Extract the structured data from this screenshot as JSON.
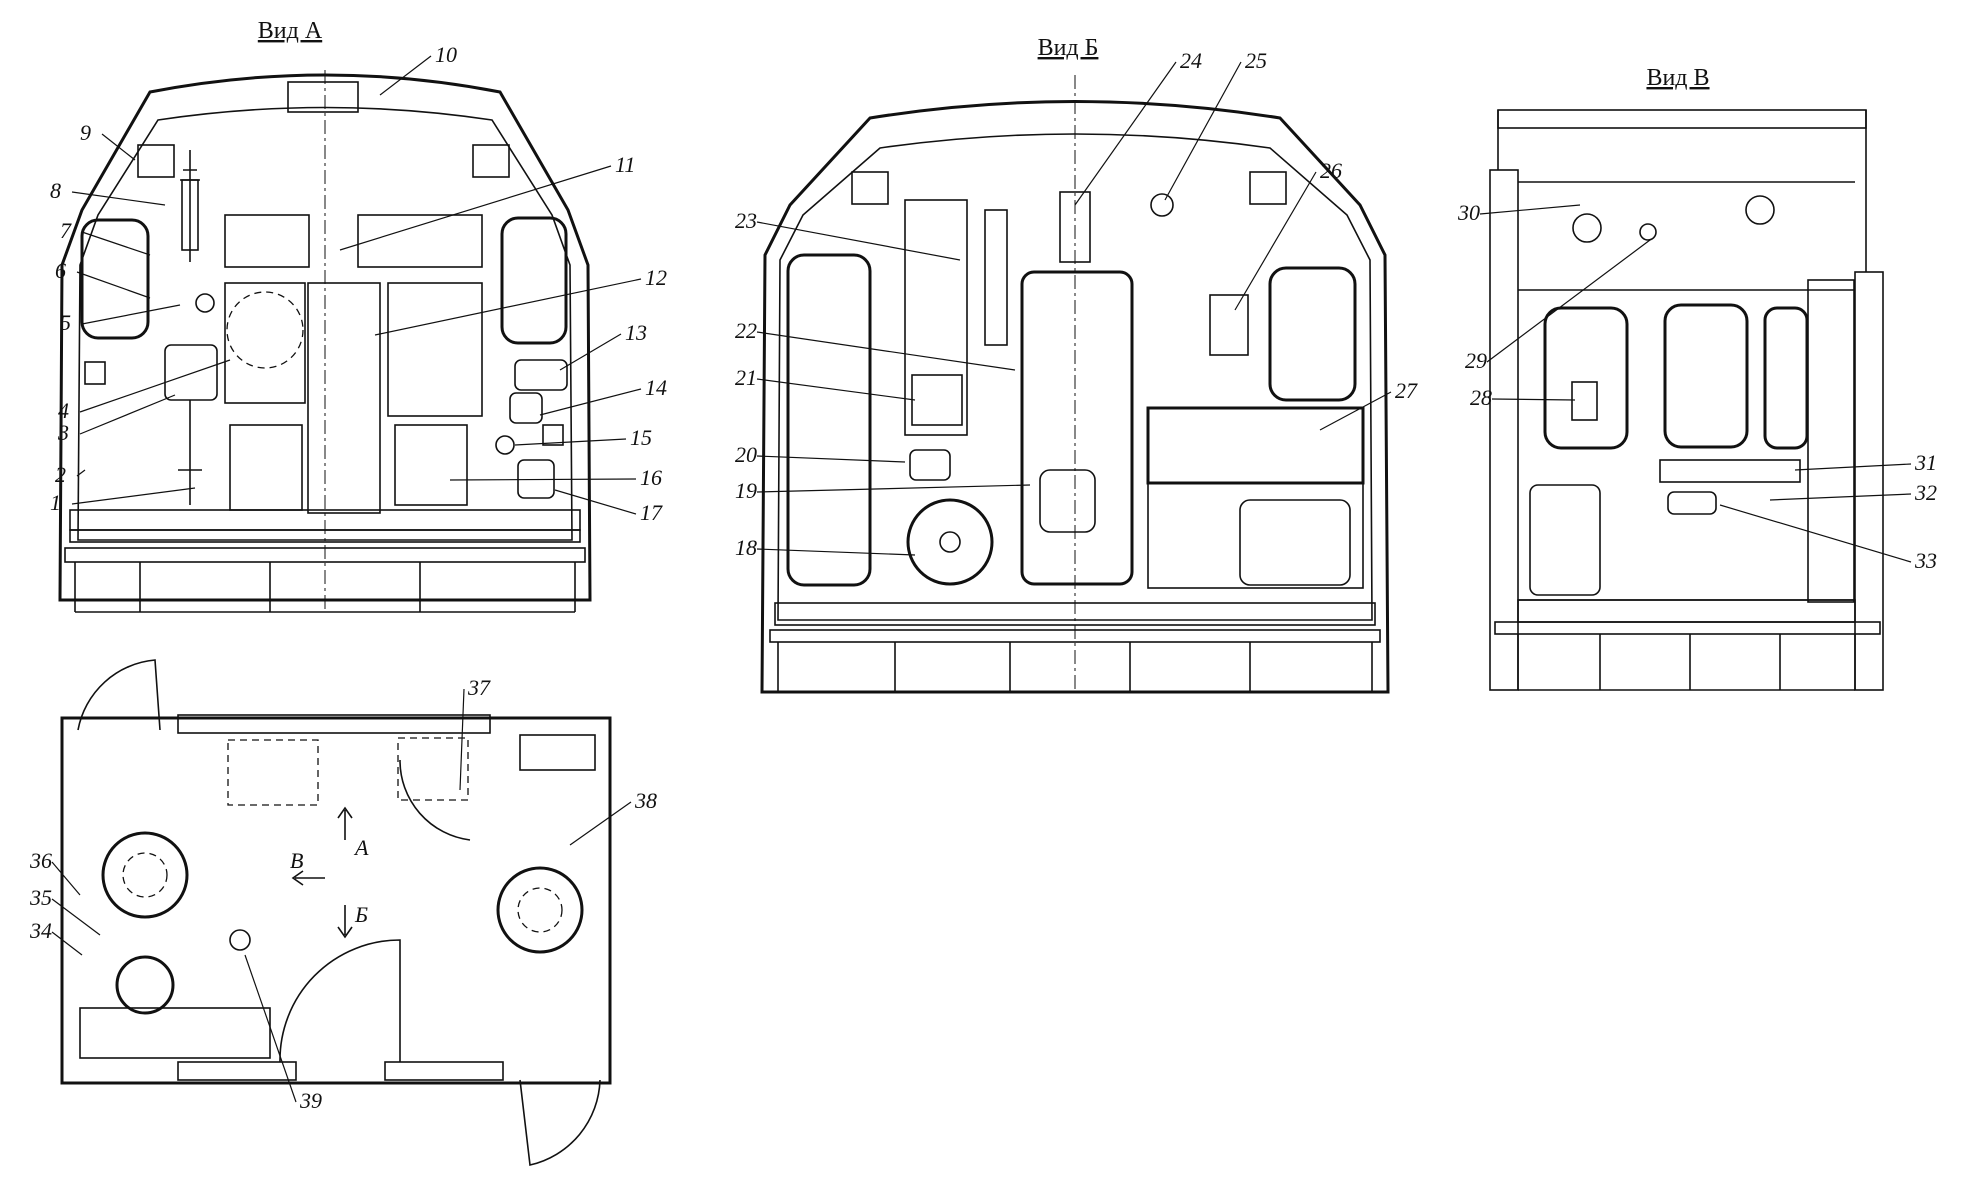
{
  "views": {
    "a": {
      "title": "Вид А"
    },
    "b": {
      "title": "Вид Б"
    },
    "v": {
      "title": "Вид В"
    }
  },
  "plan": {
    "dir_a": "А",
    "dir_b": "Б",
    "dir_v": "В"
  },
  "callouts": [
    "1",
    "2",
    "3",
    "4",
    "5",
    "6",
    "7",
    "8",
    "9",
    "10",
    "11",
    "12",
    "13",
    "14",
    "15",
    "16",
    "17",
    "18",
    "19",
    "20",
    "21",
    "22",
    "23",
    "24",
    "25",
    "26",
    "27",
    "28",
    "29",
    "30",
    "31",
    "32",
    "33",
    "34",
    "35",
    "36",
    "37",
    "38",
    "39"
  ]
}
